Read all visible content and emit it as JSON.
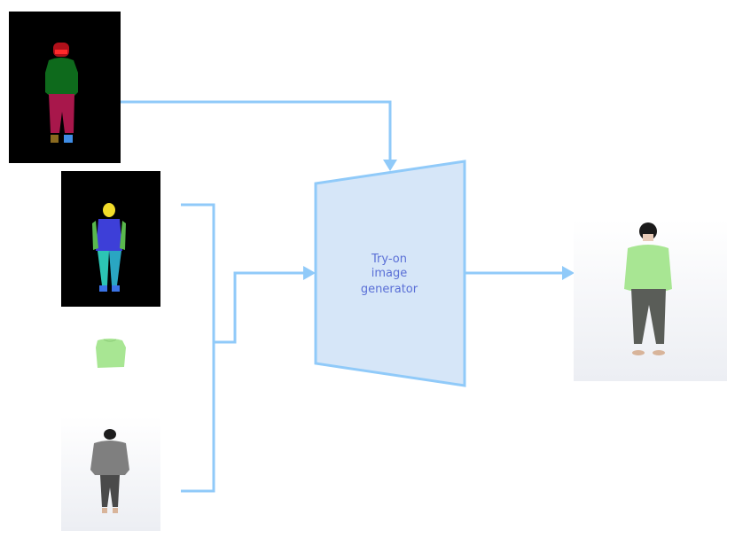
{
  "generator": {
    "lines": [
      "Try-on",
      "image",
      "generator"
    ]
  },
  "colors": {
    "connector": "#90caf9",
    "generator_fill": "#d6e6f8",
    "generator_stroke": "#90caf9",
    "generator_text": "#5a6fd6",
    "segmentation_background": "#000000",
    "shirt_green": "#a8e693",
    "grey_sweater": "#7f7f7f"
  },
  "icons": {
    "segmentation_map": "person-segmentation-map",
    "pose_map": "person-pose-body-map",
    "garment": "green-shirt",
    "source_person": "person-grey-sweater",
    "output_person": "person-green-shirt"
  }
}
